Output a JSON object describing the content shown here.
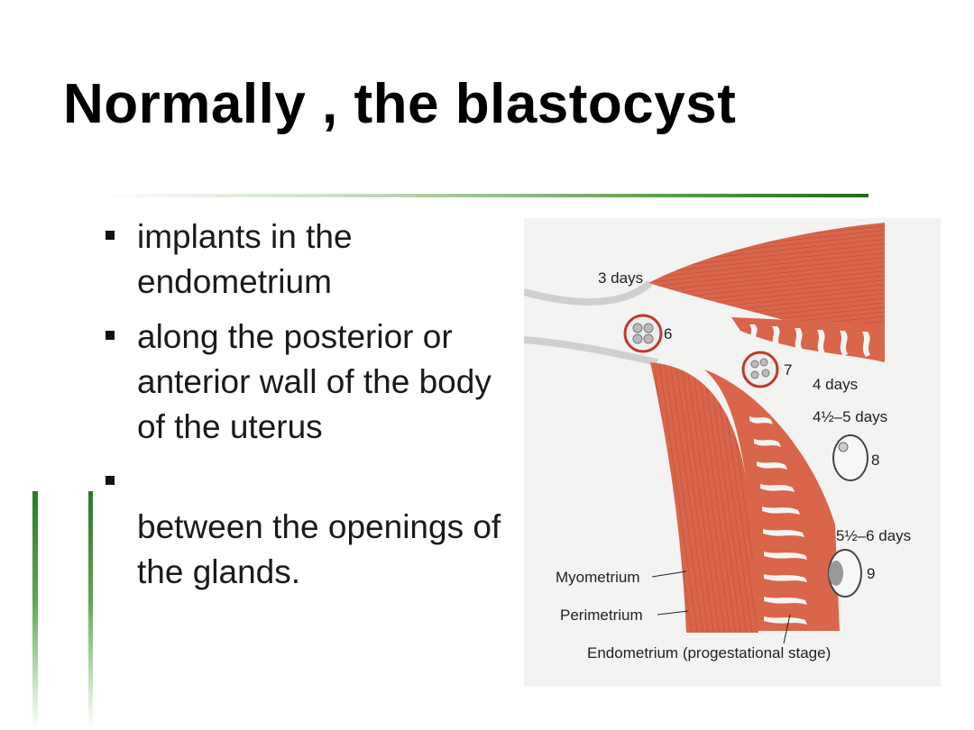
{
  "title": "Normally , the blastocyst",
  "bullets": [
    {
      "text": "implants in the endometrium"
    },
    {
      "text": "along the posterior or anterior wall of the body of the uterus"
    },
    {
      "text": "between the openings of the glands."
    }
  ],
  "figure": {
    "labels": {
      "day3": "3 days",
      "day4": "4 days",
      "day45": "4½–5 days",
      "day56": "5½–6 days",
      "n6": "6",
      "n7": "7",
      "n8": "8",
      "n9": "9",
      "myometrium": "Myometrium",
      "perimetrium": "Perimetrium",
      "endometrium": "Endometrium (progestational stage)"
    },
    "colors": {
      "muscle": "#d9654a",
      "muscle_line": "#a8402c",
      "tube": "#dcdcdc"
    }
  }
}
